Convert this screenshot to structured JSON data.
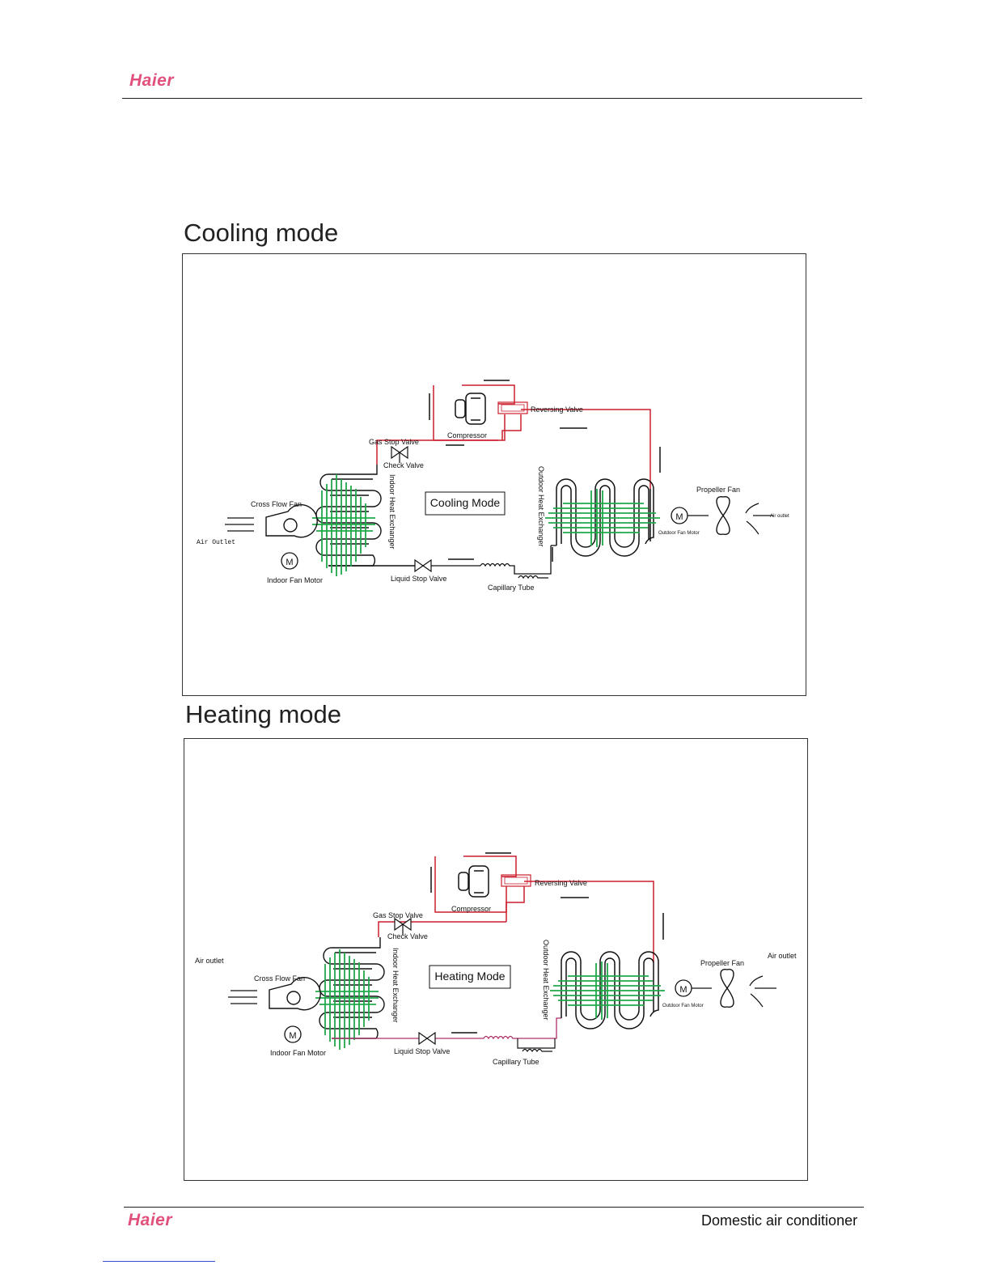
{
  "header": {
    "logo_text": "Haier"
  },
  "footer": {
    "logo_text": "Haier",
    "caption": "Domestic air conditioner"
  },
  "colors": {
    "brand": "#e0507a",
    "pipe_hot": "#cc1f2f",
    "pipe_cold": "#b0306a",
    "coil_green": "#1fa84a"
  },
  "cooling": {
    "section_title": "Cooling mode",
    "mode_box": "Cooling Mode",
    "labels": {
      "reversing_valve": "Reversing Valve",
      "compressor": "Compressor",
      "gas_stop_valve": "Gas Stop Valve",
      "check_valve": "Check Valve",
      "indoor_heat_exchanger": "Indoor Heat Exchanger",
      "outdoor_heat_exchanger": "Outdoor Heat Exchanger",
      "cross_flow_fan": "Cross Flow Fan",
      "air_outlet_left": "Air Outlet",
      "indoor_fan_motor": "Indoor Fan Motor",
      "liquid_stop_valve": "Liquid Stop Valve",
      "capillary_tube": "Capillary Tube",
      "propeller_fan": "Propeller Fan",
      "outdoor_fan_motor": "Outdoor Fan Motor",
      "air_outlet_right": "Air outlet",
      "motor_symbol": "M"
    }
  },
  "heating": {
    "section_title": "Heating mode",
    "mode_box": "Heating Mode",
    "labels": {
      "reversing_valve": "Reversing Valve",
      "compressor": "Compressor",
      "gas_stop_valve": "Gas Stop Valve",
      "check_valve": "Check Valve",
      "indoor_heat_exchanger": "Indoor Heat Exchanger",
      "outdoor_heat_exchanger": "Outdoor Heat Exchanger",
      "cross_flow_fan": "Cross Flow Fan",
      "air_outlet_left": "Air outlet",
      "indoor_fan_motor": "Indoor Fan Motor",
      "liquid_stop_valve": "Liquid Stop Valve",
      "capillary_tube": "Capillary Tube",
      "propeller_fan": "Propeller Fan",
      "outdoor_fan_motor": "Outdoor Fan Motor",
      "air_outlet_right": "Air outlet",
      "motor_symbol": "M"
    }
  }
}
